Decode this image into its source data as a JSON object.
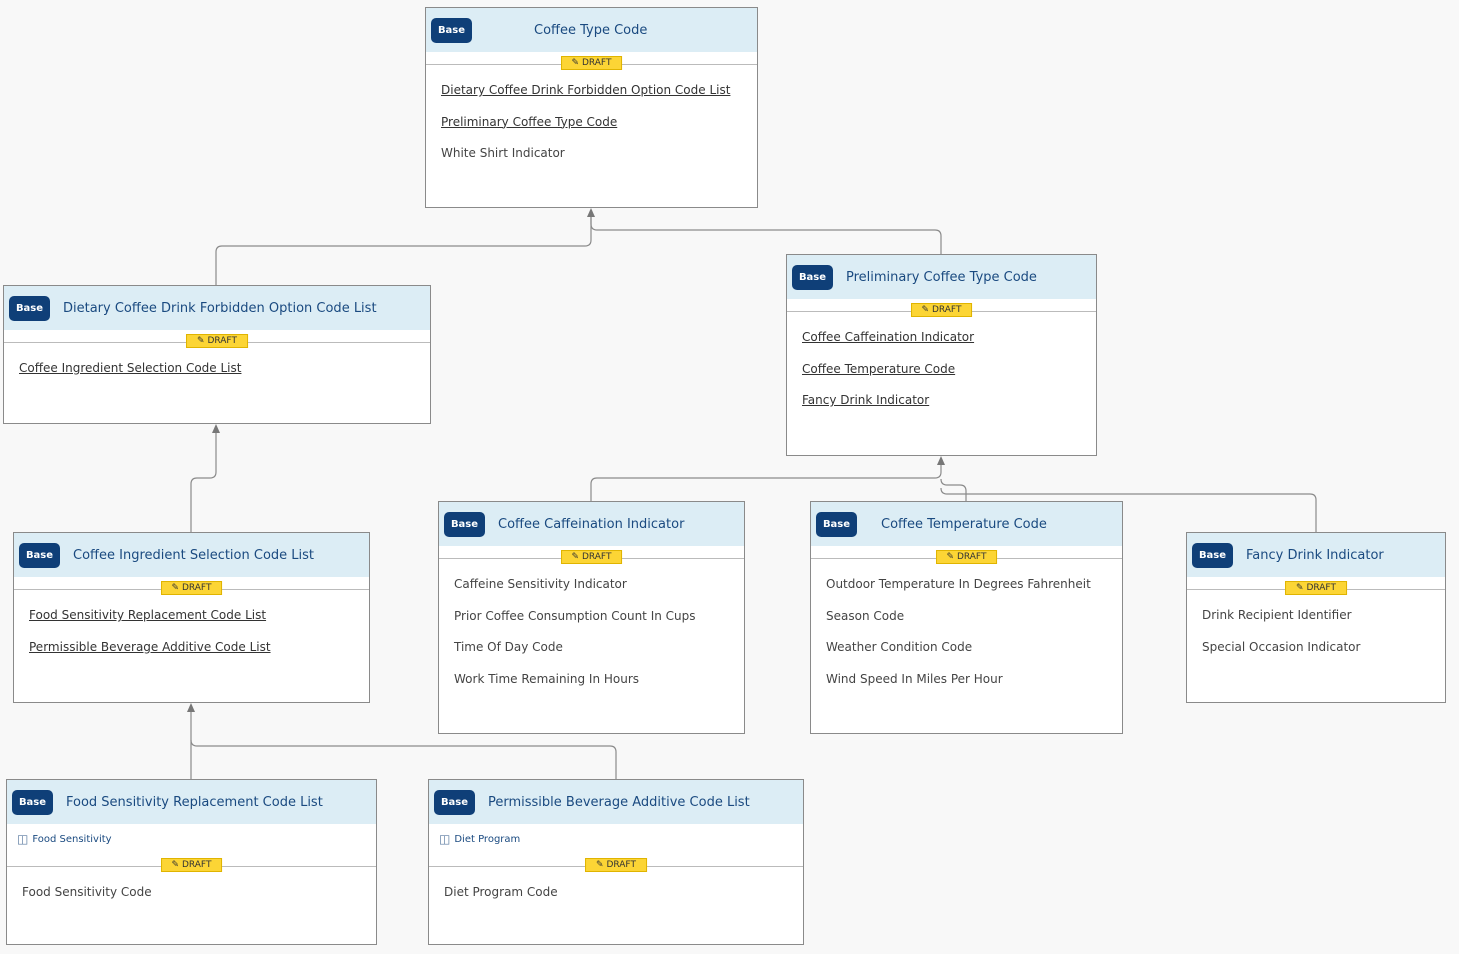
{
  "badge_label": "Base",
  "draft_label": "DRAFT",
  "cards": [
    {
      "title": "Coffee Type Code",
      "items": [
        {
          "text": "Dietary Coffee Drink Forbidden Option Code List",
          "link": true
        },
        {
          "text": "Preliminary Coffee Type Code",
          "link": true
        },
        {
          "text": "White Shirt Indicator",
          "link": false
        }
      ]
    },
    {
      "title": "Dietary Coffee Drink Forbidden Option Code List",
      "items": [
        {
          "text": "Coffee Ingredient Selection Code List",
          "link": true
        }
      ]
    },
    {
      "title": "Preliminary Coffee Type Code",
      "items": [
        {
          "text": "Coffee Caffeination Indicator",
          "link": true
        },
        {
          "text": "Coffee Temperature Code",
          "link": true
        },
        {
          "text": "Fancy Drink Indicator",
          "link": true
        }
      ]
    },
    {
      "title": "Coffee Ingredient Selection Code List",
      "items": [
        {
          "text": "Food Sensitivity Replacement Code List",
          "link": true
        },
        {
          "text": "Permissible Beverage Additive Code List",
          "link": true
        }
      ]
    },
    {
      "title": "Coffee Caffeination Indicator",
      "items": [
        {
          "text": "Caffeine Sensitivity Indicator",
          "link": false
        },
        {
          "text": "Prior Coffee Consumption Count In Cups",
          "link": false
        },
        {
          "text": "Time Of Day Code",
          "link": false
        },
        {
          "text": "Work Time Remaining In Hours",
          "link": false
        }
      ]
    },
    {
      "title": "Coffee Temperature Code",
      "items": [
        {
          "text": "Outdoor Temperature In Degrees Fahrenheit",
          "link": false
        },
        {
          "text": "Season Code",
          "link": false
        },
        {
          "text": "Weather Condition Code",
          "link": false
        },
        {
          "text": "Wind Speed In Miles Per Hour",
          "link": false
        }
      ]
    },
    {
      "title": "Fancy Drink Indicator",
      "items": [
        {
          "text": "Drink Recipient Identifier",
          "link": false
        },
        {
          "text": "Special Occasion Indicator",
          "link": false
        }
      ]
    },
    {
      "title": "Food Sensitivity Replacement Code List",
      "namespace": "Food Sensitivity",
      "items": [
        {
          "text": "Food Sensitivity Code",
          "link": false
        }
      ]
    },
    {
      "title": "Permissible Beverage Additive Code List",
      "namespace": "Diet Program",
      "items": [
        {
          "text": "Diet Program Code",
          "link": false
        }
      ]
    }
  ]
}
